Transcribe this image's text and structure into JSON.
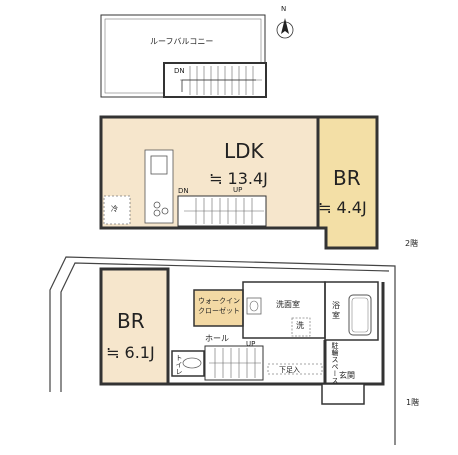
{
  "compass": {
    "north_label": "N"
  },
  "roof": {
    "balcony_label": "ルーフバルコニー",
    "dn_label": "DN"
  },
  "floor2": {
    "floor_label": "2階",
    "ldk": {
      "name": "LDK",
      "size": "≒ 13.4J"
    },
    "br": {
      "name": "BR",
      "size": "≒ 4.4J"
    },
    "fridge_label": "冷",
    "dn_label": "DN",
    "up_label": "UP"
  },
  "floor1": {
    "floor_label": "1階",
    "br": {
      "name": "BR",
      "size": "≒ 6.1J"
    },
    "walkin_label_1": "ウォークイン",
    "walkin_label_2": "クローゼット",
    "washroom_label": "洗面室",
    "bath_label_1": "浴",
    "bath_label_2": "室",
    "washer_label": "洗",
    "hall_label": "ホール",
    "toilet_label": "トイレ",
    "up_label": "UP",
    "shoe_storage_label": "下足入",
    "entrance_label": "玄関",
    "bicycle_label": "駐輪スペース"
  },
  "colors": {
    "room_fill": "#f6e6cc",
    "closet_fill": "#f3d9a4",
    "wall": "#333333"
  }
}
